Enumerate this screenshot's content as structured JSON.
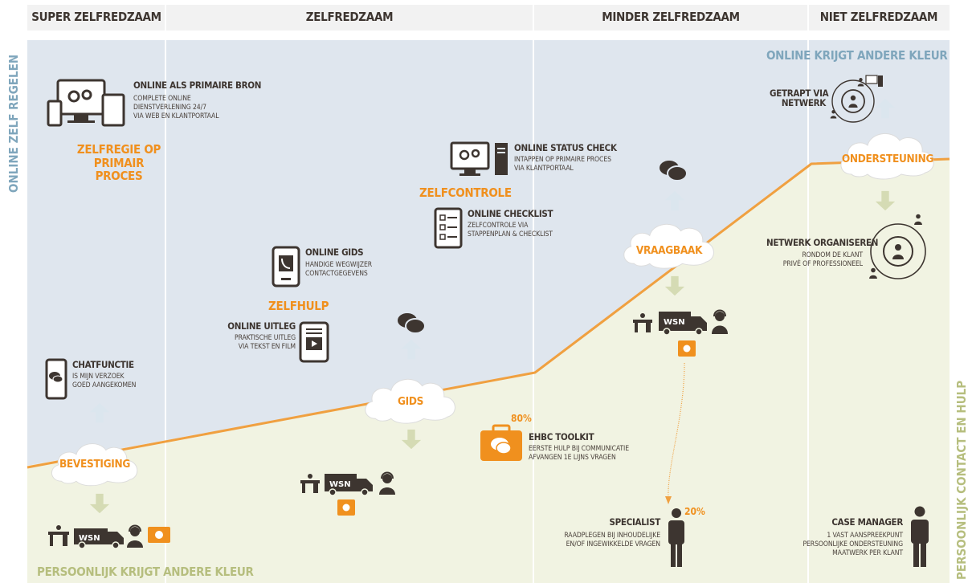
{
  "columns": [
    "SUPER ZELFREDZAAM",
    "ZELFREDZAAM",
    "MINDER ZELFREDZAAM",
    "NIET ZELFREDZAAM"
  ],
  "axes": {
    "left": "ONLINE ZELF REGELEN",
    "right": "PERSOONLIJK CONTACT EN HULP",
    "top_note": "ONLINE KRIJGT ANDERE KLEUR",
    "bottom_note": "PERSOONLIJK KRIJGT ANDERE KLEUR"
  },
  "clouds": {
    "bevestiging": "BEVESTIGING",
    "gids": "GIDS",
    "vraagbaak": "VRAAGBAAK",
    "ondersteuning": "ONDERSTEUNING"
  },
  "categories": {
    "zelfregie": "ZELFREGIE OP PRIMAIR PROCES",
    "zelfhulp": "ZELFHULP",
    "zelfcontrole": "ZELFCONTROLE"
  },
  "items": {
    "online_primaire": {
      "title": "ONLINE ALS PRIMAIRE BRON",
      "lines": [
        "COMPLETE ONLINE",
        "DIENSTVERLENING 24/7",
        "VIA WEB EN KLANTPORTAAL"
      ]
    },
    "status_check": {
      "title": "ONLINE STATUS CHECK",
      "lines": [
        "INTAPPEN OP PRIMAIRE PROCES",
        "VIA KLANTPORTAAL"
      ]
    },
    "checklist": {
      "title": "ONLINE CHECKLIST",
      "lines": [
        "ZELFCONTROLE VIA",
        "STAPPENPLAN & CHECKLIST"
      ]
    },
    "gids": {
      "title": "ONLINE GIDS",
      "lines": [
        "HANDIGE WEGWIJZER",
        "CONTACTGEGEVENS"
      ]
    },
    "uitleg": {
      "title": "ONLINE UITLEG",
      "lines": [
        "PRAKTISCHE UITLEG",
        "VIA TEKST EN FILM"
      ]
    },
    "chat": {
      "title": "CHATFUNCTIE",
      "lines": [
        "IS MIJN VERZOEK",
        "GOED AANGEKOMEN"
      ]
    },
    "ehbc": {
      "title": "EHBC TOOLKIT",
      "lines": [
        "EERSTE HULP BIJ COMMUNICATIE",
        "AFVANGEN 1E LIJNS VRAGEN"
      ]
    },
    "getrapt": {
      "title": "GETRAPT VIA",
      "title2": "NETWERK"
    },
    "netwerk": {
      "title": "NETWERK ORGANISEREN",
      "lines": [
        "RONDOM DE KLANT",
        "PRIVÉ OF PROFESSIONEEL"
      ]
    },
    "specialist": {
      "title": "SPECIALIST",
      "lines": [
        "RAADPLEGEN BIJ INHOUDELIJKE",
        "EN/OF INGEWIKKELDE VRAGEN"
      ]
    },
    "casemanager": {
      "title": "CASE MANAGER",
      "lines": [
        "1 VAST AANSPREEKPUNT",
        "PERSOONLIJKE ONDERSTEUNING",
        "MAATWERK PER KLANT"
      ]
    }
  },
  "percentages": {
    "ehbc": "80%",
    "specialist": "20%"
  },
  "van_label": "WSN",
  "colors": {
    "online_bg": "#dfe6ee",
    "personal_bg": "#f1f3e2",
    "accent": "#f0901e",
    "dark": "#3d3530",
    "axis_blue": "#7fa6bc",
    "axis_green": "#b6be7e"
  }
}
